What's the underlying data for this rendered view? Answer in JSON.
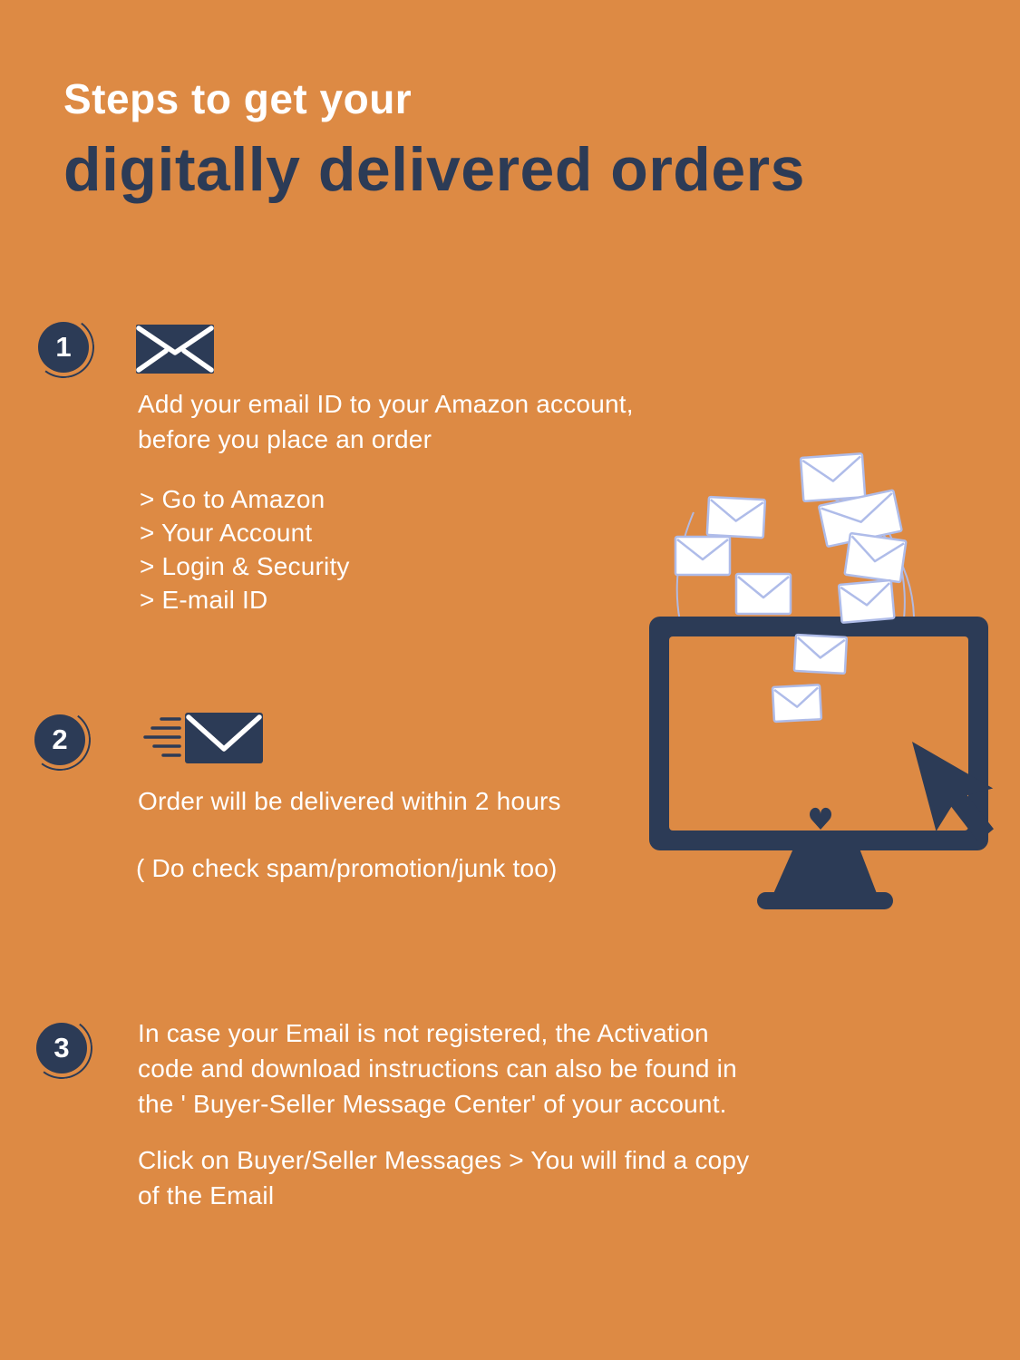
{
  "theme": {
    "background": "#DD8A44",
    "navy": "#2C3B56",
    "white": "#FFFFFF",
    "envelope_outline": "#AFBCE9"
  },
  "header": {
    "title_line1": "Steps to get your",
    "title_line2": "digitally delivered orders"
  },
  "steps": [
    {
      "number": "1",
      "icon": "envelope-icon",
      "lines": [
        "Add your email ID to your Amazon account,",
        "before you place an order"
      ],
      "list": [
        "> Go to Amazon",
        "> Your Account",
        "> Login & Security",
        "> E-mail ID"
      ]
    },
    {
      "number": "2",
      "icon": "fast-envelope-icon",
      "lines": [
        "Order will be delivered within 2 hours"
      ],
      "note": "( Do check spam/promotion/junk too)"
    },
    {
      "number": "3",
      "lines": [
        "In case your Email is not registered, the Activation",
        "code and download  instructions can also be found in",
        "the ' Buyer-Seller Message Center' of your account."
      ],
      "lines2": [
        "Click on Buyer/Seller Messages > You will find a copy",
        "of the Email"
      ]
    }
  ],
  "illustration": {
    "monitor": "computer-monitor-graphic",
    "envelopes": "flying-envelopes-graphic",
    "cursor": "mouse-cursor-icon",
    "heart": "heart-icon"
  }
}
